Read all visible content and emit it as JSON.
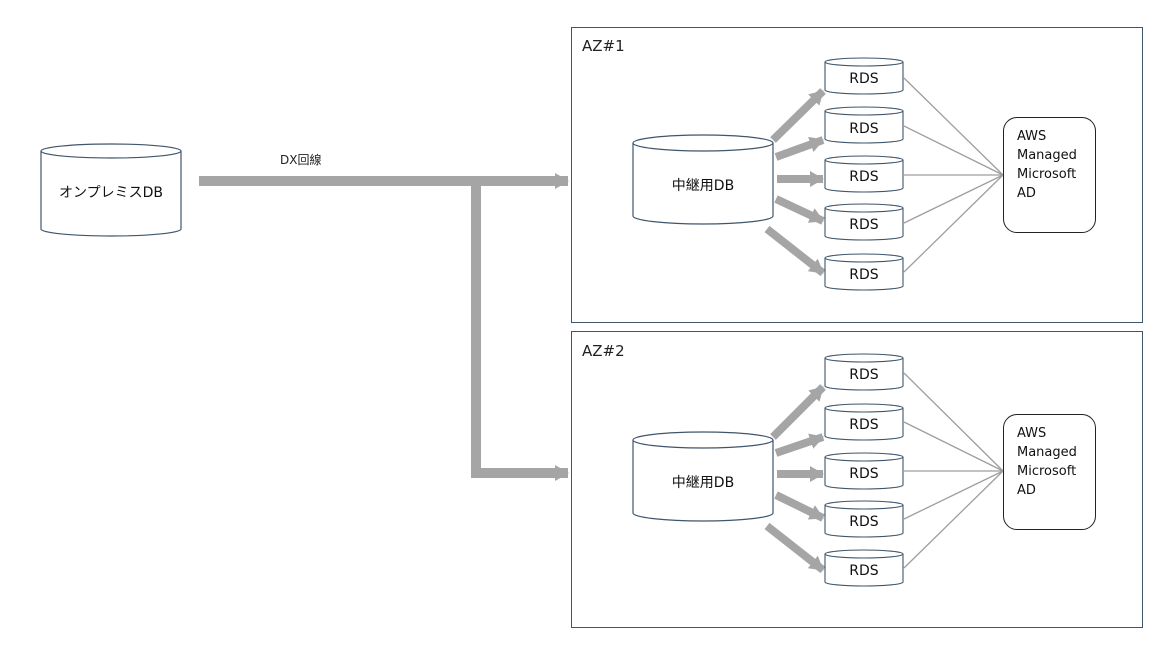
{
  "onprem_db": {
    "label": "オンプレミスDB"
  },
  "dx_line": {
    "label": "DX回線"
  },
  "zones": [
    {
      "title": "AZ#1",
      "relay_db": {
        "label": "中継用DB"
      },
      "rds": [
        "RDS",
        "RDS",
        "RDS",
        "RDS",
        "RDS"
      ],
      "ad": [
        "AWS",
        "Managed",
        "Microsoft",
        "AD"
      ]
    },
    {
      "title": "AZ#2",
      "relay_db": {
        "label": "中継用DB"
      },
      "rds": [
        "RDS",
        "RDS",
        "RDS",
        "RDS",
        "RDS"
      ],
      "ad": [
        "AWS",
        "Managed",
        "Microsoft",
        "AD"
      ]
    }
  ],
  "colors": {
    "arrow": "#a5a5a5",
    "thin_line": "#9e9e9e",
    "db_stroke": "#3f566b",
    "az_border": "#3f566b",
    "text": "#222222"
  }
}
